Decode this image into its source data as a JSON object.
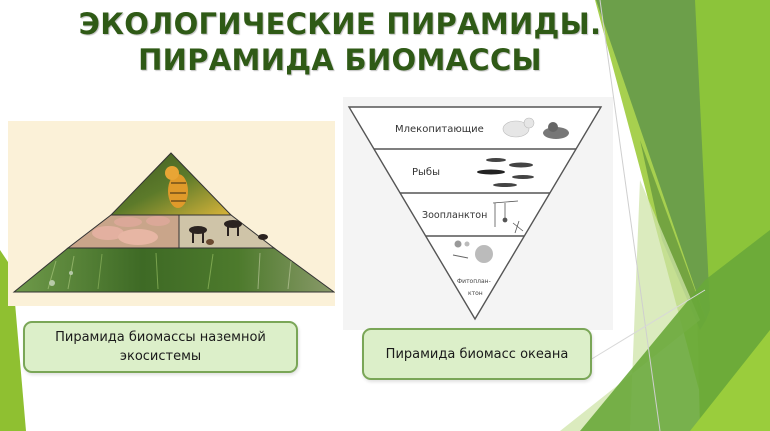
{
  "slide": {
    "title_line1": "ЭКОЛОГИЧЕСКИЕ ПИРАМИДЫ.",
    "title_line2": "ПИРАМИДА БИОМАССЫ",
    "colors": {
      "title": "#2f5a16",
      "caption_fill": "#dcefc9",
      "caption_border": "#7aa657",
      "accent_dark_green": "#5f9a3e",
      "accent_lime": "#8fc031"
    }
  },
  "terrestrial_pyramid": {
    "levels": [
      {
        "name": "top",
        "content": "tiger"
      },
      {
        "name": "middle",
        "content": "pigs and antelopes"
      },
      {
        "name": "bottom",
        "content": "grass and plants"
      }
    ],
    "caption": "Пирамида биомассы наземной экосистемы"
  },
  "ocean_pyramid": {
    "levels": [
      {
        "label": "Млекопитающие"
      },
      {
        "label": "Рыбы"
      },
      {
        "label": "Зоопланктон"
      },
      {
        "label_line1": "Фитоплан-",
        "label_line2": "ктон"
      }
    ],
    "caption": "Пирамида биомасс океана"
  }
}
